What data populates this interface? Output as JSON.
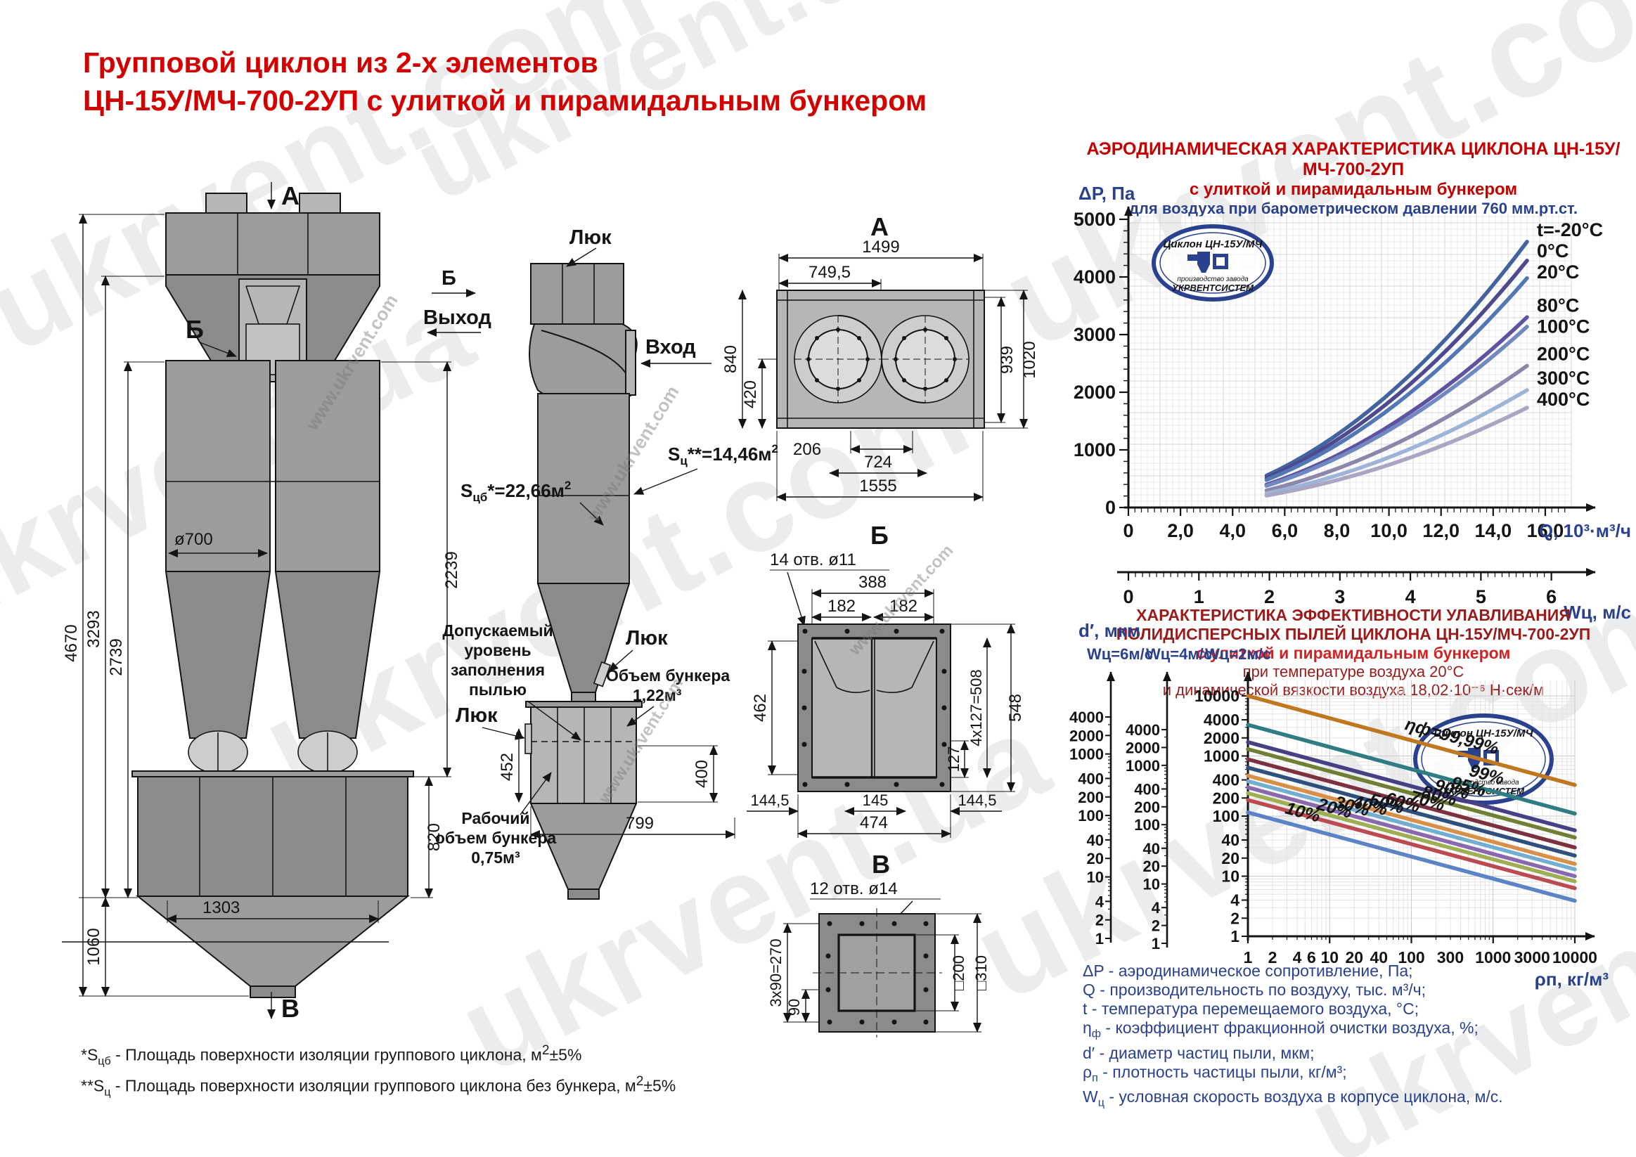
{
  "watermarks": {
    "site_com": "ukrvent.com",
    "site_ua": "ukrvent.ua",
    "site_www": "www.ukrvent.com"
  },
  "title": {
    "line1": "Групповой циклон из 2-х элементов",
    "line2": "ЦН-15У/МЧ-700-2УП с улиткой и пирамидальным бункером"
  },
  "logo": {
    "top": "Циклон ЦН-15У/МЧ",
    "mid": "производство завода",
    "bottom": "УКРВЕНТСИСТЕМ"
  },
  "front_view": {
    "marker_a": "А",
    "marker_b": "Б",
    "marker_v": "В",
    "dia": "ø700",
    "total": "4670",
    "h1": "3293",
    "h2": "2739",
    "h3": "2239",
    "bunker_h": "820",
    "width": "1303",
    "hopper_h": "1060"
  },
  "side_view": {
    "luk": "Люк",
    "marker_b": "Б",
    "exit": "Выход",
    "entry": "Вход",
    "s_outer_pre": "S",
    "s_outer_sub": "цб",
    "s_outer_val": "*=22,66м",
    "s_outer_sup": "2",
    "s_inner_pre": "S",
    "s_inner_sub": "ц",
    "s_inner_val": "**=14,46м",
    "s_inner_sup": "2",
    "dust1": "Допускаемый",
    "dust2": "уровень",
    "dust3": "заполнения",
    "dust4": "пылью",
    "vol1": "Объем бункера",
    "vol2": "1,22м³",
    "work1": "Рабочий",
    "work2": "объем бункера",
    "work3": "0,75м³",
    "d452": "452",
    "d400": "400",
    "d799": "799"
  },
  "view_a": {
    "marker": "А",
    "w1": "1499",
    "w2": "749,5",
    "h840": "840",
    "h420": "420",
    "h939": "939",
    "h1020": "1020",
    "b206": "206",
    "b724": "724",
    "b1555": "1555"
  },
  "view_b": {
    "marker": "Б",
    "holes": "14 отв. ø11",
    "t388": "388",
    "t182a": "182",
    "t182b": "182",
    "l462": "462",
    "r127": "127",
    "r508": "4x127=508",
    "r548": "548",
    "b144a": "144,5",
    "b145": "145",
    "b144b": "144,5",
    "b474": "474"
  },
  "view_v": {
    "marker": "В",
    "holes": "12 отв. ø14",
    "l270": "3x90=270",
    "l90": "90",
    "r200": "□200",
    "r310": "□310"
  },
  "chart_data": [
    {
      "type": "line",
      "title": "АЭРОДИНАМИЧЕСКАЯ  ХАРАКТЕРИСТИКА  ЦИКЛОНА ЦН-15У/МЧ-700-2УП",
      "subtitle": "с улиткой и пирамидальным бункером",
      "condition": "для воздуха при барометрическом давлении 760 мм.рт.ст.",
      "ylabel": "ΔP, Па",
      "xlabel1": "Q, 10³·м³/ч",
      "xlabel2": "Wц, м/с",
      "ylim": [
        0,
        5000
      ],
      "yticks": [
        0,
        1000,
        2000,
        3000,
        4000,
        5000
      ],
      "xlim": [
        0,
        17
      ],
      "xticks": [
        {
          "v": 0,
          "t": "0"
        },
        {
          "v": 2,
          "t": "2,0"
        },
        {
          "v": 4,
          "t": "4,0"
        },
        {
          "v": 6,
          "t": "6,0"
        },
        {
          "v": 8,
          "t": "8,0"
        },
        {
          "v": 10,
          "t": "10,0"
        },
        {
          "v": 12,
          "t": "12,0"
        },
        {
          "v": 14,
          "t": "14,0"
        },
        {
          "v": 16,
          "t": "16,0"
        }
      ],
      "x2lim": [
        0,
        6
      ],
      "x2ticks": [
        0,
        1,
        2,
        3,
        4,
        5,
        6
      ],
      "q_start": 5.3,
      "q_end": 15.3,
      "series": [
        {
          "label": "t=-20°C",
          "k": 19.7,
          "color": "#43639f"
        },
        {
          "label": "0°C",
          "k": 18.3,
          "color": "#4f4a8e"
        },
        {
          "label": "20°C",
          "k": 17.0,
          "color": "#5377b5"
        },
        {
          "label": "80°C",
          "k": 14.1,
          "color": "#5e53a0"
        },
        {
          "label": "100°C",
          "k": 13.4,
          "color": "#7089c0"
        },
        {
          "label": "200°C",
          "k": 10.5,
          "color": "#8c86aa"
        },
        {
          "label": "300°C",
          "k": 8.7,
          "color": "#9db3d8"
        },
        {
          "label": "400°C",
          "k": 7.4,
          "color": "#a9a5c2"
        }
      ],
      "legend_position": "right"
    },
    {
      "type": "line-loglog",
      "title1": "ХАРАКТЕРИСТИКА  ЭФФЕКТИВНОСТИ УЛАВЛИВАНИЯ",
      "title2": "ПОЛИДИСПЕРСНЫХ ПЫЛЕЙ ЦИКЛОНА ЦН-15У/МЧ-700-2УП",
      "title3": "с улиткой и пирамидальным бункером",
      "cond1": "при температуре воздуха 20°С",
      "cond2": "и динамической вязкости воздуха  18,02·10⁻⁶ Н·сек/м",
      "ylabel": "d′, мкм",
      "axis_headers": [
        "Wц=6м/с",
        "Wц=4м/с",
        "Wц=2м/с"
      ],
      "xlabel": "ρп, кг/м³",
      "xlim": [
        1,
        10000
      ],
      "ylim": [
        1,
        10000
      ],
      "xticks": [
        1,
        2,
        4,
        6,
        10,
        20,
        40,
        100,
        300,
        1000,
        3000,
        10000
      ],
      "yticks_main": [
        1,
        2,
        4,
        10,
        20,
        40,
        100,
        200,
        400,
        1000,
        2000,
        4000,
        10000
      ],
      "yticks_aux": [
        1,
        2,
        4,
        10,
        20,
        40,
        100,
        200,
        400,
        1000,
        2000,
        4000
      ],
      "lines": [
        {
          "label": "ηф=99,99%",
          "y1": 10000,
          "y2": 330,
          "color": "#c07820",
          "label_x": 300
        },
        {
          "label": "99%",
          "y1": 3300,
          "y2": 110,
          "color": "#2f7d82",
          "label_x": 800
        },
        {
          "label": "95%",
          "y1": 1700,
          "y2": 58,
          "color": "#474084",
          "label_x": 480
        },
        {
          "label": "90%",
          "y1": 1300,
          "y2": 44,
          "color": "#6f7f33",
          "label_x": 300
        },
        {
          "label": "80%",
          "y1": 880,
          "y2": 30,
          "color": "#7d3140",
          "label_x": 210
        },
        {
          "label": "70%",
          "y1": 640,
          "y2": 22,
          "color": "#2f4f7d",
          "label_x": 150
        },
        {
          "label": "60%",
          "y1": 470,
          "y2": 16,
          "color": "#d89048",
          "label_x": 75
        },
        {
          "label": "50%",
          "y1": 380,
          "y2": 13,
          "color": "#72aed0",
          "label_x": 48
        },
        {
          "label": "40%",
          "y1": 300,
          "y2": 10,
          "color": "#8968ae",
          "label_x": 30
        },
        {
          "label": "30%",
          "y1": 240,
          "y2": 8.2,
          "color": "#9fae52",
          "label_x": 18
        },
        {
          "label": "20%",
          "y1": 185,
          "y2": 6.3,
          "color": "#bb4a52",
          "label_x": 11
        },
        {
          "label": "10%",
          "y1": 115,
          "y2": 3.9,
          "color": "#5b83c6",
          "label_x": 4.5
        }
      ]
    }
  ],
  "definitions": [
    {
      "sym": "ΔP",
      "sub": "",
      "rest": " - аэродинамическое сопротивление, Па;"
    },
    {
      "sym": "Q",
      "sub": "",
      "rest": " - производительность по воздуху, тыс. м³/ч;"
    },
    {
      "sym": "t",
      "sub": "",
      "rest": " - температура перемещаемого воздуха, °С;"
    },
    {
      "sym": "η",
      "sub": "ф",
      "rest": " - коэффициент фракционной очистки воздуха, %;"
    },
    {
      "sym": "d′",
      "sub": "",
      "rest": " - диаметр частиц пыли, мкм;"
    },
    {
      "sym": "ρ",
      "sub": "п",
      "rest": " - плотность частицы пыли, кг/м³;"
    },
    {
      "sym": "W",
      "sub": "ц",
      "rest": " - условная скорость воздуха в корпусе циклона, м/с."
    }
  ],
  "footnotes": [
    {
      "pre": "*S",
      "sub": "цб",
      "rest": " - Площадь поверхности изоляции группового циклона, м",
      "sup": "2",
      "tail": "±5%"
    },
    {
      "pre": "**S",
      "sub": "ц",
      "rest": " - Площадь поверхности изоляции группового циклона без бункера, м",
      "sup": "2",
      "tail": "±5%"
    }
  ]
}
